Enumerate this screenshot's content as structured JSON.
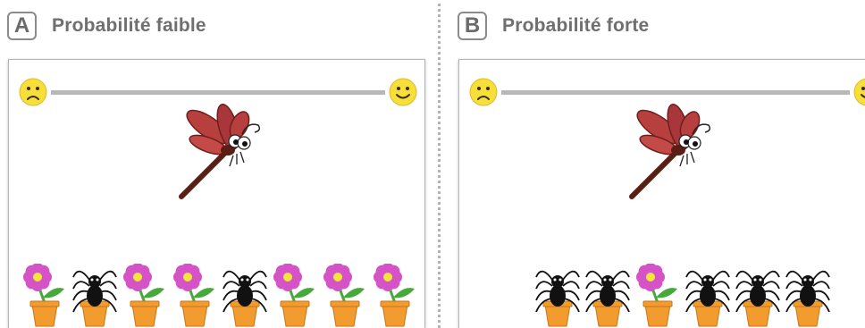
{
  "panels": [
    {
      "letter": "A",
      "title": "Probabilité faible",
      "pots": [
        "flower",
        "spider",
        "flower",
        "flower",
        "spider",
        "flower",
        "flower",
        "flower"
      ]
    },
    {
      "letter": "B",
      "title": "Probabilité forte",
      "pots": [
        "spider",
        "spider",
        "flower",
        "spider",
        "spider",
        "spider"
      ]
    }
  ],
  "icons": {
    "sad": "sad-face-icon",
    "happy": "happy-face-icon",
    "insect": "dragonfly-icon",
    "flower": "flower-pot-icon",
    "spider": "spider-pot-icon"
  },
  "colors": {
    "scale_bar": "#b8b8b8",
    "flower_petal": "#d652c7",
    "flower_center": "#f4e53a",
    "pot": "#f29b2f",
    "leaf": "#47a93b",
    "dragonfly_wing": "#b7403f",
    "dragonfly_body": "#5b1e14",
    "smiley_fill": "#f7df3a"
  }
}
